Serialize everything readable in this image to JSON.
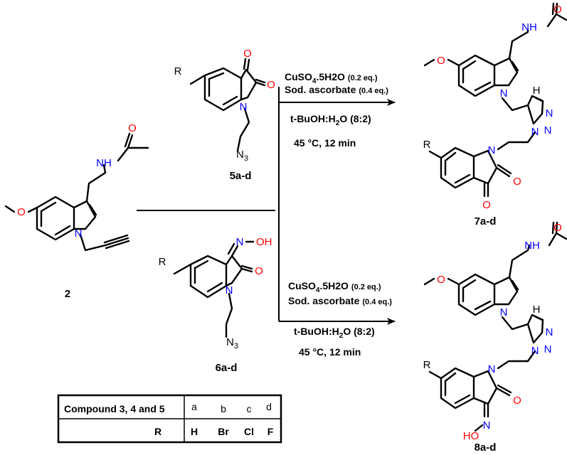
{
  "compounds": {
    "start": "2",
    "reagent_a": "5a-d",
    "reagent_b": "6a-d",
    "product_a": "7a-d",
    "product_b": "8a-d"
  },
  "atoms": {
    "nh": "NH",
    "n": "N",
    "o": "O",
    "r": "R",
    "n3_main": "N",
    "n3_sub": "3",
    "oh": "OH",
    "ho": "HO",
    "h": "H"
  },
  "conditions_top": {
    "line1_main": "CuSO",
    "line1_sub": "4",
    "line1_rest": ".5H2O",
    "line1_eq": "(0.2 eq.)",
    "line2_main": "Sod. ascorbate",
    "line2_eq": "(0.4 eq.)",
    "line3": "t-BuOH:H",
    "line3_sub": "2",
    "line3_rest": "O (8:2)",
    "line4": "45 °C, 12 min"
  },
  "conditions_bottom": {
    "line1_main": "CuSO",
    "line1_sub": "4",
    "line1_rest": ".5H2O",
    "line1_eq": "(0.2 eq.)",
    "line2_main": "Sod. ascorbate",
    "line2_eq": "(0.4 eq.)",
    "line3": "t-BuOH:H",
    "line3_sub": "2",
    "line3_rest": "O (8:2)",
    "line4": "45 °C, 12 min"
  },
  "table": {
    "header_label": "Compound 3, 4 and 5",
    "row_label": "R",
    "columns": [
      {
        "key": "a",
        "value": "H"
      },
      {
        "key": "b",
        "value": "Br"
      },
      {
        "key": "c",
        "value": "Cl"
      },
      {
        "key": "d",
        "value": "F"
      }
    ]
  },
  "colors": {
    "nitrogen": "#0000ff",
    "oxygen": "#ff0000",
    "bond": "#000000"
  }
}
